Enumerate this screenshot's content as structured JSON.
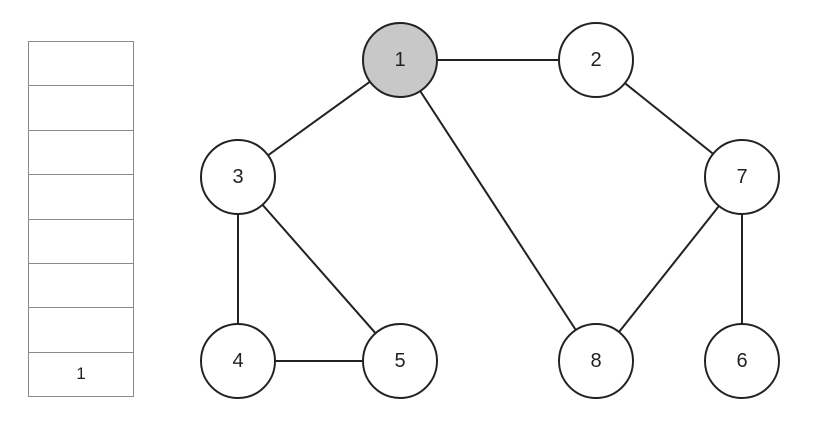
{
  "stack": {
    "cells": [
      "",
      "",
      "",
      "",
      "",
      "",
      "",
      "1"
    ]
  },
  "graph": {
    "nodes": [
      {
        "id": "1",
        "label": "1",
        "highlighted": true
      },
      {
        "id": "2",
        "label": "2",
        "highlighted": false
      },
      {
        "id": "3",
        "label": "3",
        "highlighted": false
      },
      {
        "id": "7",
        "label": "7",
        "highlighted": false
      },
      {
        "id": "4",
        "label": "4",
        "highlighted": false
      },
      {
        "id": "5",
        "label": "5",
        "highlighted": false
      },
      {
        "id": "8",
        "label": "8",
        "highlighted": false
      },
      {
        "id": "6",
        "label": "6",
        "highlighted": false
      }
    ],
    "edges": [
      [
        "1",
        "2"
      ],
      [
        "1",
        "3"
      ],
      [
        "1",
        "8"
      ],
      [
        "2",
        "7"
      ],
      [
        "3",
        "4"
      ],
      [
        "3",
        "5"
      ],
      [
        "4",
        "5"
      ],
      [
        "7",
        "8"
      ],
      [
        "7",
        "6"
      ]
    ],
    "colors": {
      "highlight_fill": "#c8c8c8",
      "node_fill": "#ffffff",
      "stroke": "#222222"
    }
  }
}
